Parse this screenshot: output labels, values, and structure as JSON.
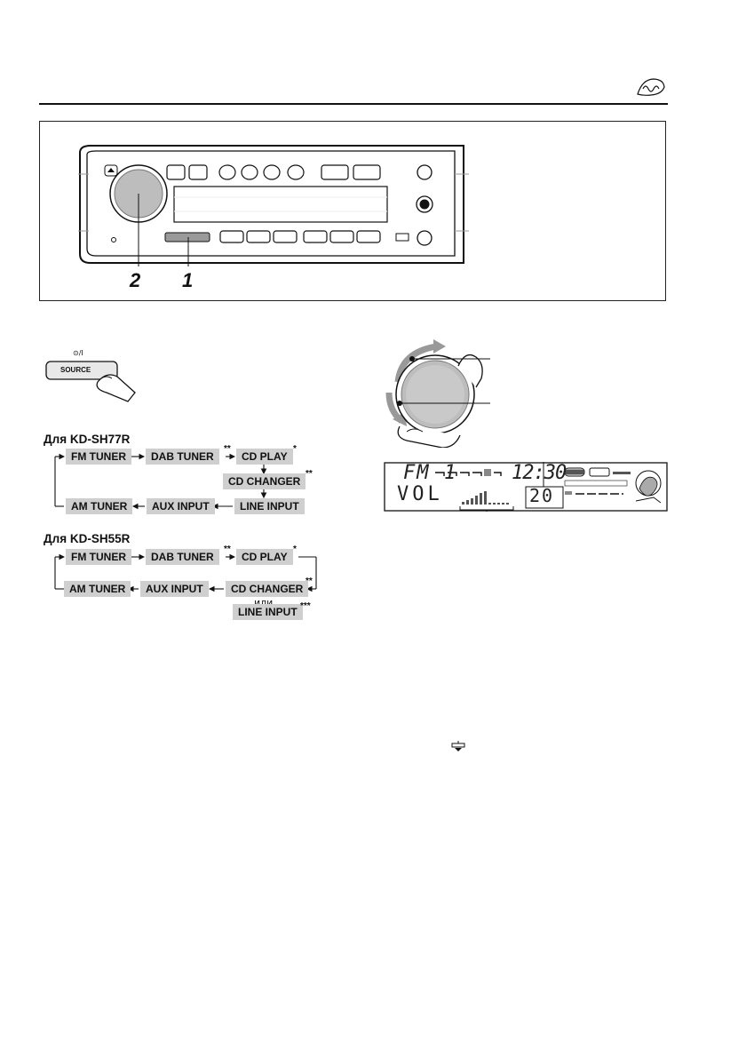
{
  "header": {
    "logo_icon": "language-badge-icon"
  },
  "device": {
    "callout_2": "2",
    "callout_1": "1"
  },
  "source_button": {
    "power_label": "⊙/I",
    "label": "SOURCE"
  },
  "flow_sh77r": {
    "heading": "Для KD-SH77R",
    "fm": "FM TUNER",
    "dab": "DAB TUNER",
    "cd": "CD PLAY",
    "changer": "CD CHANGER",
    "line": "LINE INPUT",
    "aux": "AUX INPUT",
    "am": "AM TUNER",
    "mark_dab": "**",
    "mark_cd": "*",
    "mark_changer": "**"
  },
  "flow_sh55r": {
    "heading": "Для KD-SH55R",
    "fm": "FM TUNER",
    "dab": "DAB TUNER",
    "cd": "CD PLAY",
    "changer": "CD CHANGER",
    "or": "или",
    "line": "LINE INPUT",
    "aux": "AUX INPUT",
    "am": "AM TUNER",
    "mark_dab": "**",
    "mark_cd": "*",
    "mark_changer": "**",
    "mark_line": "***"
  },
  "lcd": {
    "band": "FM",
    "preset": "1",
    "time": "12:30",
    "mode": "VOL",
    "volume": "20"
  },
  "misc": {
    "down_arrow_icon": "scroll-down-icon"
  }
}
